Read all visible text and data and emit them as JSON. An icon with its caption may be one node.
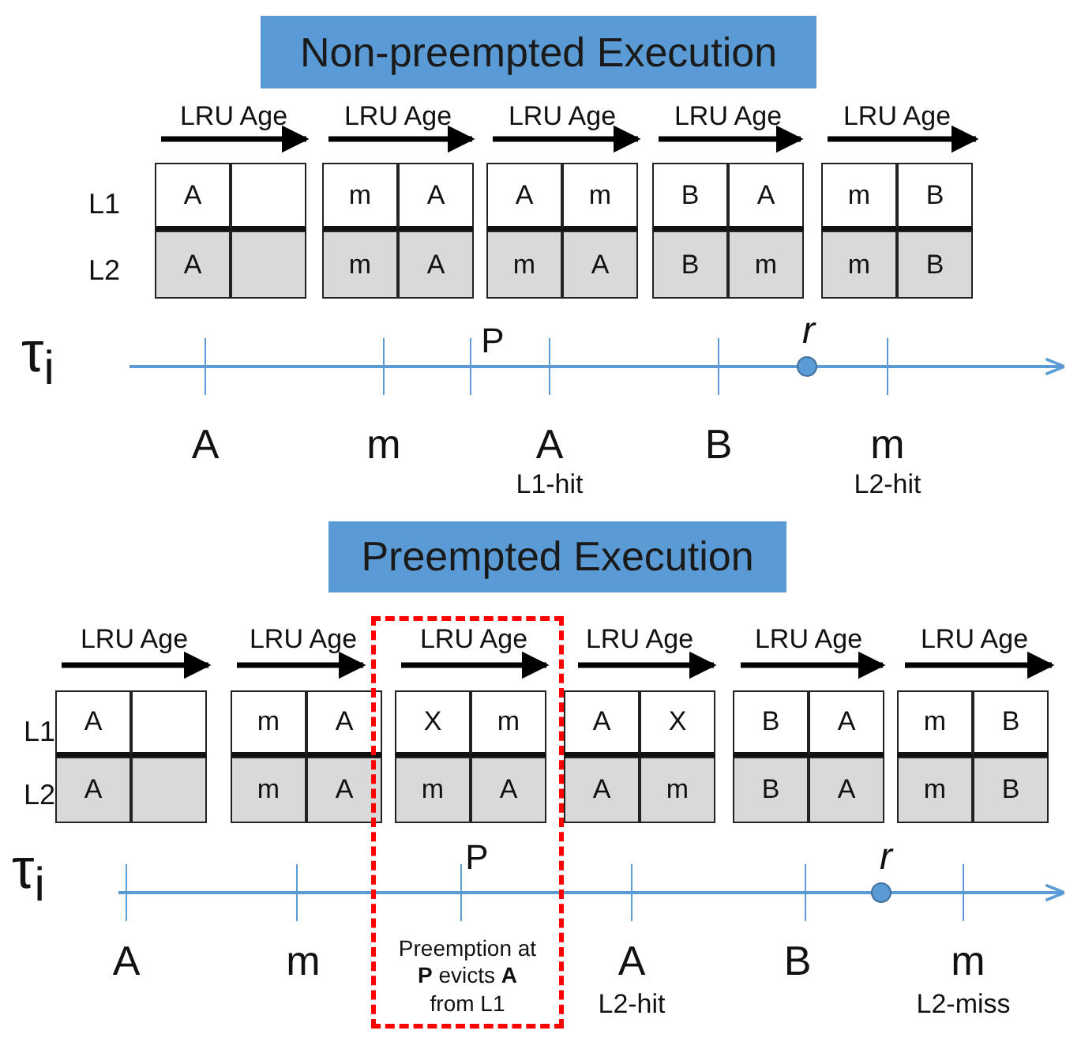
{
  "diagram": {
    "nodes": [
      {
        "text": [
          "Non-preempted Execution"
        ]
      },
      {
        "text": [
          "A"
        ]
      },
      {
        "text": [],
        "shape": "box"
      },
      {
        "text": [
          "A"
        ]
      },
      {
        "text": [],
        "shape": "box"
      },
      {
        "text": [
          "m"
        ]
      },
      {
        "text": [
          "A"
        ]
      },
      {
        "text": [
          "m"
        ]
      },
      {
        "text": [
          "A"
        ]
      },
      {
        "text": [
          "A"
        ]
      },
      {
        "text": [
          "m"
        ]
      },
      {
        "text": [
          "m"
        ]
      },
      {
        "text": [
          "A"
        ]
      },
      {
        "text": [
          "B"
        ]
      },
      {
        "text": [
          "A"
        ]
      },
      {
        "text": [
          "B"
        ]
      },
      {
        "text": [
          "m"
        ]
      },
      {
        "text": [
          "m"
        ]
      },
      {
        "text": [
          "B"
        ]
      },
      {
        "text": [
          "m"
        ]
      },
      {
        "text": [
          "B"
        ]
      },
      {
        "text": [
          "Preempted Execution"
        ]
      },
      {
        "text": [
          "A"
        ]
      },
      {
        "text": [],
        "shape": "box"
      },
      {
        "text": [
          "A"
        ]
      },
      {
        "text": [],
        "shape": "box"
      },
      {
        "text": [
          "m"
        ]
      },
      {
        "text": [
          "A"
        ]
      },
      {
        "text": [
          "m"
        ]
      },
      {
        "text": [
          "A"
        ]
      },
      {
        "text": [
          "Preemption at **P** evicts **A** from L1"
        ]
      },
      {
        "text": [
          "X"
        ],
        "in": 30
      },
      {
        "text": [
          "m"
        ],
        "in": 30
      },
      {
        "text": [
          "m"
        ],
        "in": 30
      },
      {
        "text": [
          "A"
        ],
        "in": 30
      },
      {
        "text": [
          "A"
        ]
      },
      {
        "text": [
          "X"
        ]
      },
      {
        "text": [
          "A"
        ]
      },
      {
        "text": [
          "m"
        ]
      },
      {
        "text": [
          "B"
        ]
      },
      {
        "text": [
          "A"
        ]
      },
      {
        "text": [
          "B"
        ]
      },
      {
        "text": [
          "A"
        ]
      },
      {
        "text": [
          "m"
        ]
      },
      {
        "text": [
          "B"
        ]
      },
      {
        "text": [
          "m"
        ]
      },
      {
        "text": [
          "B"
        ]
      }
    ],
    "labels": [
      "LRU Age",
      "LRU Age",
      "LRU Age",
      "LRU Age",
      "LRU Age",
      "L1",
      "L2",
      "τ$_{i}$",
      "P",
      "r",
      "A",
      "m",
      "A",
      "B",
      "m",
      "L1-hit",
      "L2-hit",
      "LRU Age",
      "LRU Age",
      "LRU Age",
      "LRU Age",
      "LRU Age",
      "LRU Age",
      "L1",
      "L2",
      "τ$_{i}$",
      "P",
      "r",
      "A",
      "m",
      "A",
      "B",
      "m",
      "L2-hit",
      "L2-miss"
    ]
  }
}
